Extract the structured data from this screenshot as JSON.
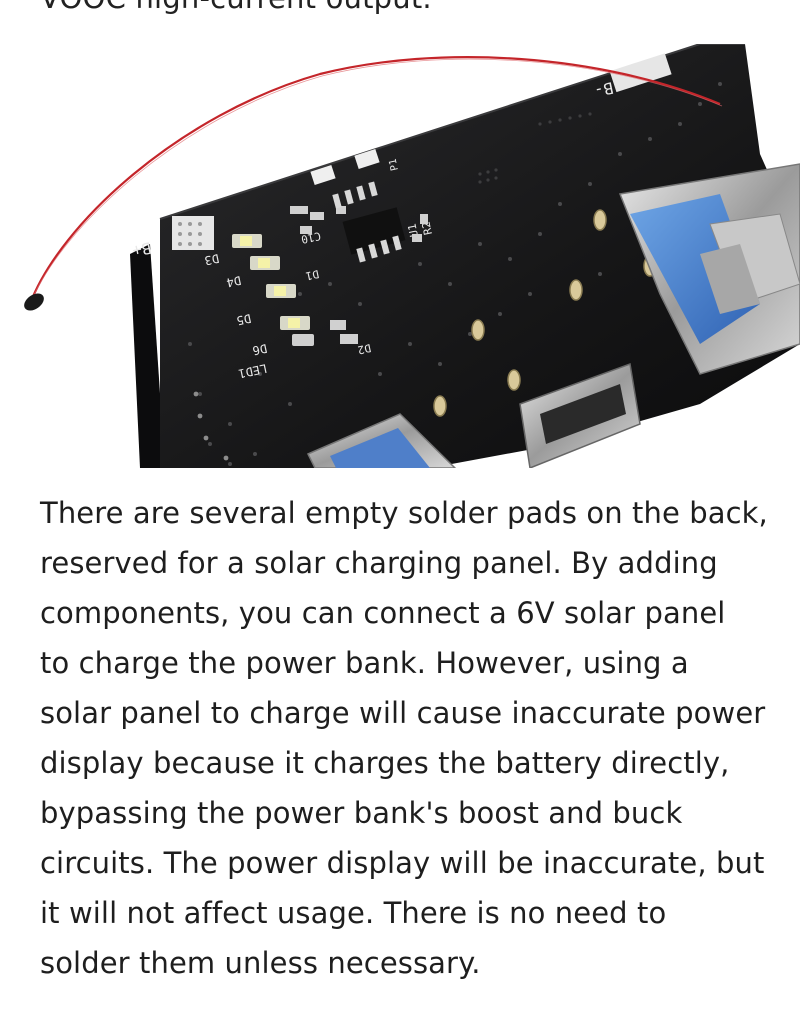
{
  "article": {
    "previous_line_fragment": "VOOC high-current output.",
    "photo": {
      "subject": "power bank circuit board with USB ports, LEDs and thermistor wire",
      "silkscreen": {
        "b_plus": "B+",
        "b_minus": "B-",
        "d3": "D3",
        "d4": "D4",
        "d5": "D5",
        "d6": "D6",
        "led1": "LED1",
        "c10": "C10",
        "d1": "D1",
        "d2": "D2",
        "r2": "R2",
        "u1": "U1",
        "p1": "P1"
      }
    },
    "paragraph_lines": [
      "There are several empty solder pads on the back,",
      "reserved for a solar charging panel. By adding",
      "components, you can connect a 6V solar panel",
      "to charge the power bank. However, using a",
      "solar panel to charge will cause inaccurate power",
      "display because it charges the battery directly,",
      "bypassing the power bank's boost and buck",
      "circuits. The power display will be inaccurate, but",
      "it will not affect usage. There is no need to",
      "solder them unless necessary."
    ]
  }
}
